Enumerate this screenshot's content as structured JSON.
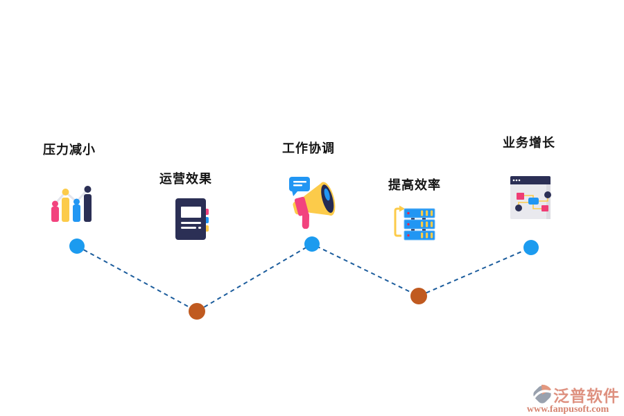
{
  "diagram": {
    "title": "",
    "nodes": [
      {
        "label": "压力减小",
        "icon": "bar-chart-icon",
        "dot_color": "#1c9bef"
      },
      {
        "label": "运营效果",
        "icon": "notebook-icon",
        "dot_color": "#c05a20"
      },
      {
        "label": "工作协调",
        "icon": "megaphone-icon",
        "dot_color": "#1c9bef"
      },
      {
        "label": "提高效率",
        "icon": "server-stack-icon",
        "dot_color": "#c05a20"
      },
      {
        "label": "业务增长",
        "icon": "browser-flowchart-icon",
        "dot_color": "#1c9bef"
      }
    ],
    "connector": {
      "style": "dashed",
      "color": "#1b5c9c"
    },
    "palette": {
      "pink": "#f2437e",
      "yellow": "#fccb4a",
      "blue": "#2196f3",
      "navy": "#2b2f55",
      "light_gray": "#e9e9ee"
    }
  },
  "watermark": {
    "brand": "泛普软件",
    "url": "www.fanpusoft.com",
    "brand_color": "#de9180",
    "url_color": "#d6836f"
  }
}
